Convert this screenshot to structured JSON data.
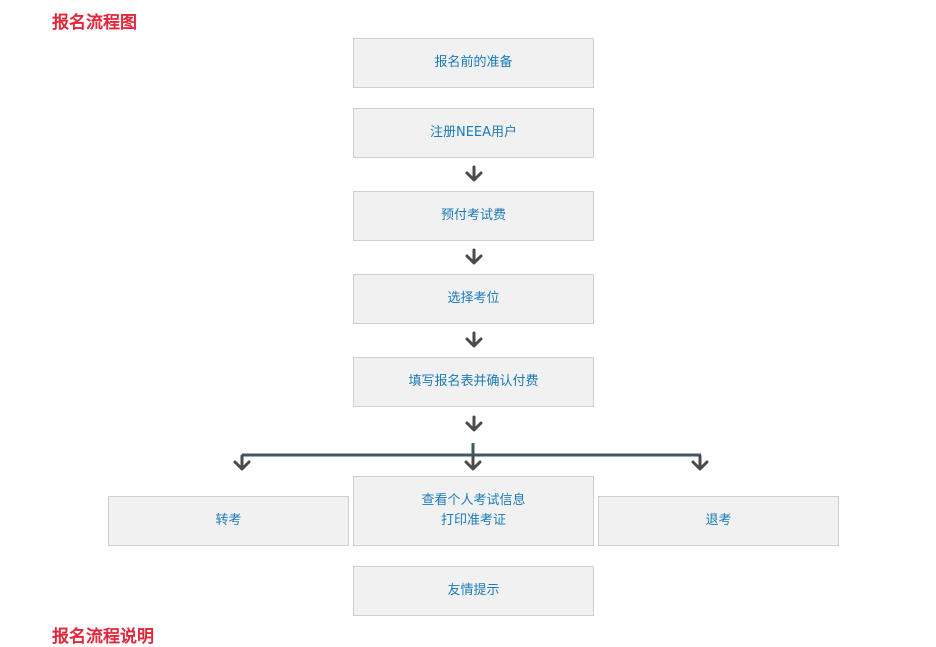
{
  "section_titles": {
    "process": "报名流程图",
    "notes": "报名流程说明"
  },
  "flow": {
    "prepare": "报名前的准备",
    "register": "注册NEEA用户",
    "prepay": "预付考试费",
    "choose_site": "选择考位",
    "fill_form": "填写报名表并确认付费",
    "transfer": "转考",
    "view_info_line1": "查看个人考试信息",
    "view_info_line2": "打印准考证",
    "refund": "退考",
    "tips": "友情提示"
  },
  "colors": {
    "title": "#e0283c",
    "node_text": "#1a7bb9",
    "node_bg": "#f1f1f1",
    "node_border": "#cfcfcf",
    "arrow": "#4a4a4a",
    "branch_line": "#3d5a66"
  }
}
